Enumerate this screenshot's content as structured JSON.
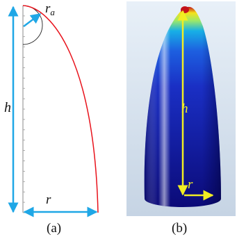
{
  "panel_a": {
    "height_label": "h",
    "radius_label": "r",
    "apex_radius_label": "r",
    "apex_radius_subscript": "a",
    "caption": "(a)",
    "profile_color": "#e8121b",
    "dimension_color": "#1fa7e6"
  },
  "panel_b": {
    "height_label": "h",
    "radius_label": "r",
    "caption": "(b)",
    "dimension_color": "#f2ee22",
    "colormap": [
      "#0b0a78",
      "#1d3fd6",
      "#17b0e6",
      "#9be86a",
      "#f5e219",
      "#c3121a"
    ]
  }
}
